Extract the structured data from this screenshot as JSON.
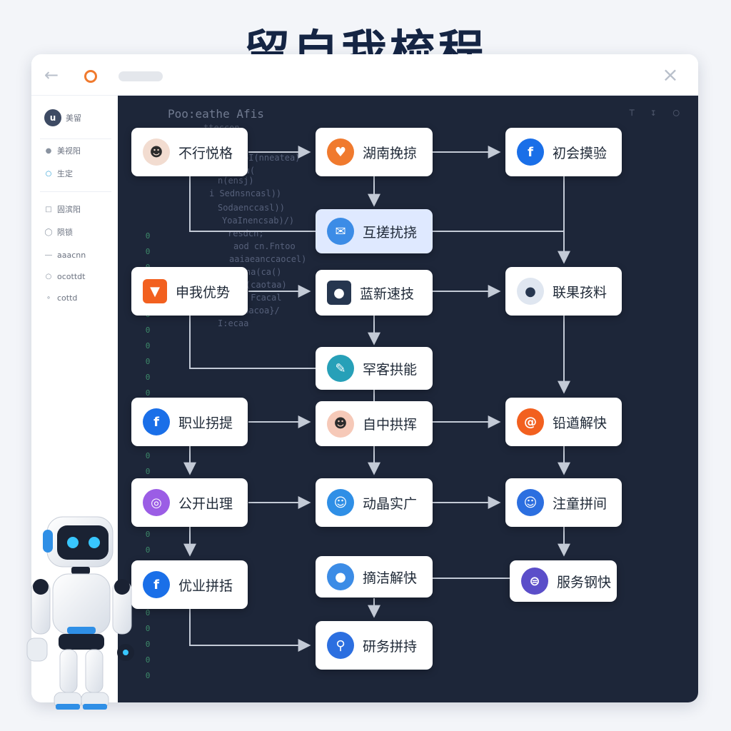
{
  "page": {
    "title": "留自我梳程"
  },
  "window": {
    "close_icon": "close-icon",
    "back_icon": "back-arrow-icon"
  },
  "sidebar": {
    "avatar_letter": "u",
    "avatar_label": "美留",
    "items": [
      {
        "icon": "user-icon",
        "label": "美视阳"
      },
      {
        "icon": "chat-icon",
        "label": "生定"
      },
      {
        "icon": "doc-icon",
        "label": "固滨阳"
      },
      {
        "icon": "pin-icon",
        "label": "陨锁"
      },
      {
        "icon": "settings-icon",
        "label": "aaacnn"
      },
      {
        "icon": "search-icon",
        "label": "ocottdt"
      },
      {
        "icon": "gear-icon",
        "label": "cottd"
      }
    ]
  },
  "code_panel": {
    "header": "Poo:eathe Afis",
    "subheader": "tteccon",
    "lines": [
      "oI(nneatea)",
      "mumu(",
      "n(ensj)",
      "i Sednsncasl))",
      "Sodaenccasl))",
      "YoaInencsab)/)",
      "resdcn;",
      "aod cn.Fntoo",
      "aaiaeanccaocel)",
      "ctoena(ca()",
      "cod (caotaa)",
      "acio Fcacal",
      "cieapnacoa}/",
      "I:ecaa"
    ]
  },
  "flow": {
    "nodes": {
      "n1": {
        "label": "不行悦格",
        "icon": "person-icon"
      },
      "n2": {
        "label": "湖南挽掠",
        "icon": "heart-icon"
      },
      "n3": {
        "label": "初会摸验",
        "icon": "facebook-icon"
      },
      "n4": {
        "label": "互搓扰挠",
        "icon": "mail-icon"
      },
      "n5": {
        "label": "申我优势",
        "icon": "mailbox-icon"
      },
      "n6": {
        "label": "蓝新速技",
        "icon": "user-badge-icon"
      },
      "n7": {
        "label": "联果孩料",
        "icon": "profile-icon"
      },
      "n8": {
        "label": "罕客拱能",
        "icon": "message-icon"
      },
      "n9": {
        "label": "职业拐提",
        "icon": "facebook-icon"
      },
      "n10": {
        "label": "自中拱挥",
        "icon": "avatar-icon"
      },
      "n11": {
        "label": "铅遒解快",
        "icon": "at-icon"
      },
      "n12": {
        "label": "公开出理",
        "icon": "target-icon"
      },
      "n13": {
        "label": "动晶实广",
        "icon": "chat-bubble-icon"
      },
      "n14": {
        "label": "注童拼间",
        "icon": "smile-icon"
      },
      "n15": {
        "label": "优业拼括",
        "icon": "facebook-icon"
      },
      "n16": {
        "label": "摘洁解快",
        "icon": "user-circle-icon"
      },
      "n17": {
        "label": "服务钢快",
        "icon": "mask-icon"
      },
      "n18": {
        "label": "研务拼持",
        "icon": "location-icon"
      }
    }
  },
  "colors": {
    "title": "#152544",
    "canvas": "#1d2639",
    "accent_orange": "#f07a2e",
    "facebook_blue": "#1a6fe8",
    "highlight": "#dfe9ff",
    "connector": "#c3cad6"
  }
}
